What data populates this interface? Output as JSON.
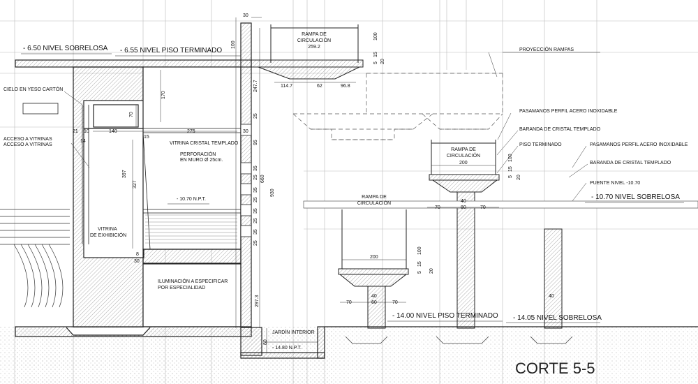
{
  "levels": {
    "lvl_650": "- 6.50 NIVEL SOBRELOSA",
    "lvl_655": "- 6.55 NIVEL PISO TERMINADO",
    "lvl_1070_npt": "- 10.70 N.P.T.",
    "lvl_1070": "- 10.70 NIVEL SOBRELOSA",
    "puente": "PUENTE NIVEL -10.70",
    "lvl_1400": "- 14.00 NIVEL PISO TERMINADO",
    "lvl_1405": "- 14.05 NIVEL SOBRELOSA",
    "lvl_1480": "- 14.80 N.P.T."
  },
  "labels": {
    "cielo": "CIELO EN YESO CARTÓN",
    "acceso1": "ACCESO A VITRINAS",
    "acceso2": "ACCESO A VITRINAS",
    "vitrina_cristal": "VITRINA CRISTAL TEMPLADO",
    "perforacion1": "PERFORACIÓN",
    "perforacion2": "EN MURO Ø 25cm.",
    "vitrina_exh1": "VITRINA",
    "vitrina_exh2": "DE EXHIBICIÓN",
    "iluminacion1": "ILUMINACIÓN A ESPECIFICAR",
    "iluminacion2": "POR ESPECIALIDAD",
    "jardin": "JARDÍN INTERIOR",
    "proyeccion": "PROYECCIÓN RAMPAS",
    "pasamanos1": "PASAMANOS PERFIL ACERO INOXIDABLE",
    "baranda1": "BARANDA DE CRISTAL TEMPLADO",
    "piso_terminado": "PISO TERMINADO",
    "pasamanos2": "PASAMANOS PERFIL ACERO INOXIDABLE",
    "baranda2": "BARANDA DE CRISTAL TEMPLADO"
  },
  "ramps": {
    "top1": "RAMPA DE",
    "top2": "CIRCULACIÓN",
    "top3": "259.2",
    "mid1": "RAMPA DE",
    "mid2": "CIRCULACIÓN",
    "right1": "RAMPA DE",
    "right2": "CIRCULACIÓN"
  },
  "dims": {
    "d30": "30",
    "d100a": "100",
    "d100b": "100",
    "d15": "15",
    "d5": "5",
    "d20": "20",
    "d2477": "247.7",
    "d1147": "114.7",
    "d62": "62",
    "d968": "96.8",
    "d170": "170",
    "d70v": "70",
    "d21": "21",
    "d10": "10",
    "d140": "140",
    "d275": "275",
    "d30b": "30",
    "d95": "95",
    "d25a": "25",
    "d15b": "15",
    "d14": "14",
    "d397": "397",
    "d327": "327",
    "d35a": "35",
    "d25b": "25",
    "d35b": "35",
    "d25c": "25",
    "d35c": "35",
    "d25d": "25",
    "d35d": "35",
    "d25e": "25",
    "d660": "660",
    "d930": "930",
    "d2973": "297.3",
    "d80": "80",
    "d200a": "200",
    "d200b": "200",
    "d100c": "100",
    "d15c": "15",
    "d5c": "5",
    "d20c": "20",
    "d100d": "100",
    "d15d": "15",
    "d5d": "5",
    "d20d": "20",
    "d70a": "70",
    "d40a": "40",
    "d60a": "60",
    "d70b": "70",
    "d70c": "70",
    "d40b": "40",
    "d80b": "80",
    "d70d": "70",
    "d40c": "40",
    "d8": "8",
    "d30c": "30"
  },
  "title": "CORTE 5-5"
}
